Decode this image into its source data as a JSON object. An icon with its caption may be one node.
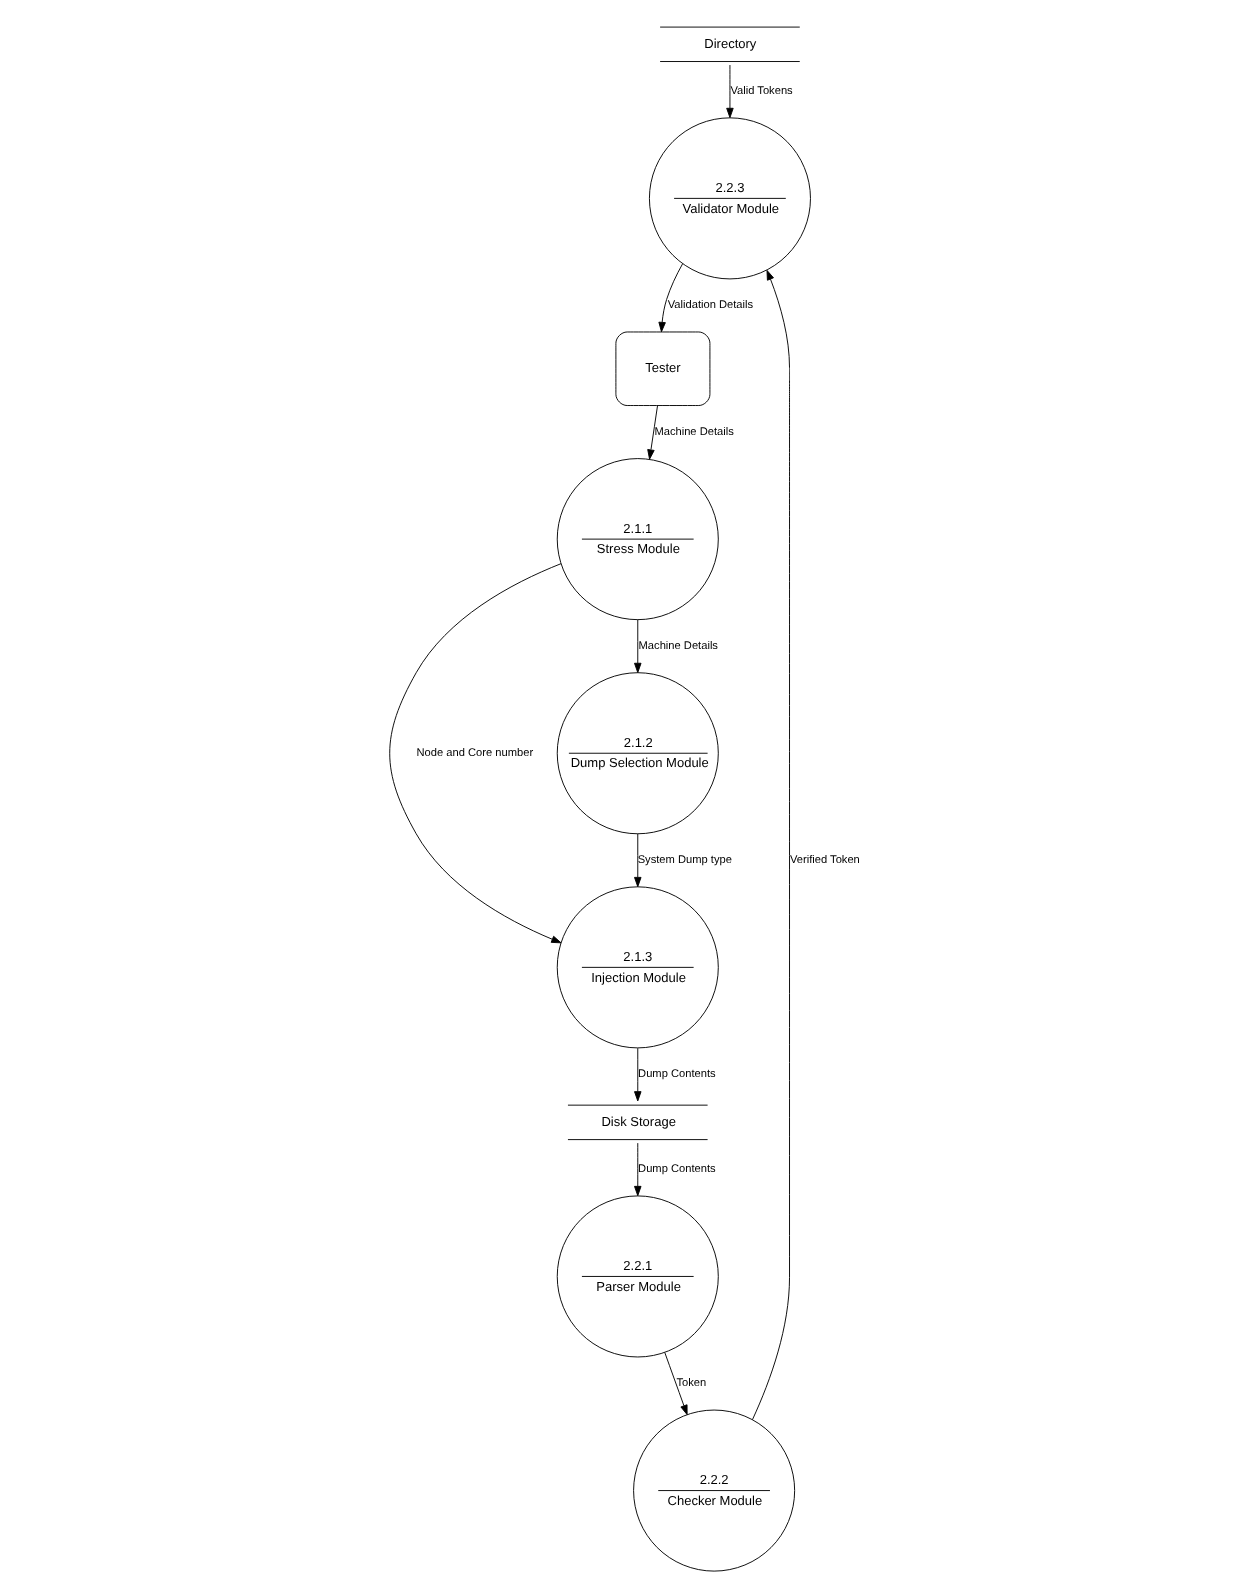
{
  "diagram": {
    "nodes": [
      {
        "text": [
          "Directory"
        ]
      },
      {
        "text": [
          "Tester"
        ]
      },
      {
        "text": [
          "2.2.3",
          "Validator Module"
        ]
      },
      {
        "text": [
          "2.2.2",
          "Checker Module"
        ]
      },
      {
        "text": [
          "2.1.1",
          "Stress Module"
        ]
      },
      {
        "text": [
          "2.1.3",
          "Injection Module"
        ]
      },
      {
        "text": [
          "2.1.2",
          "Dump Selection Module"
        ]
      },
      {
        "text": [
          "2.2.1",
          "Parser Module"
        ]
      },
      {
        "text": [
          "Disk Storage"
        ]
      }
    ],
    "edges": [
      {
        "from": 0,
        "to": 2,
        "arrow": "to",
        "label": "Valid Tokens"
      },
      {
        "from": 2,
        "to": 1,
        "arrow": "to",
        "label": "Validation Details"
      },
      {
        "from": 3,
        "to": 2,
        "arrow": "to",
        "label": "Verified Token"
      },
      {
        "from": 1,
        "to": 4,
        "arrow": "to",
        "label": "Machine Details"
      },
      {
        "from": 4,
        "to": 5,
        "arrow": "to",
        "label": "Node and Core number"
      },
      {
        "from": 4,
        "to": 6,
        "arrow": "to",
        "label": "Machine Details"
      },
      {
        "from": 6,
        "to": 5,
        "arrow": "to",
        "label": "System Dump type"
      },
      {
        "from": 5,
        "to": 8,
        "arrow": "to",
        "label": "Dump Contents"
      },
      {
        "from": 8,
        "to": 7,
        "arrow": "to",
        "label": "Dump Contents"
      },
      {
        "from": 7,
        "to": 3,
        "arrow": "to",
        "label": "Token"
      }
    ]
  }
}
